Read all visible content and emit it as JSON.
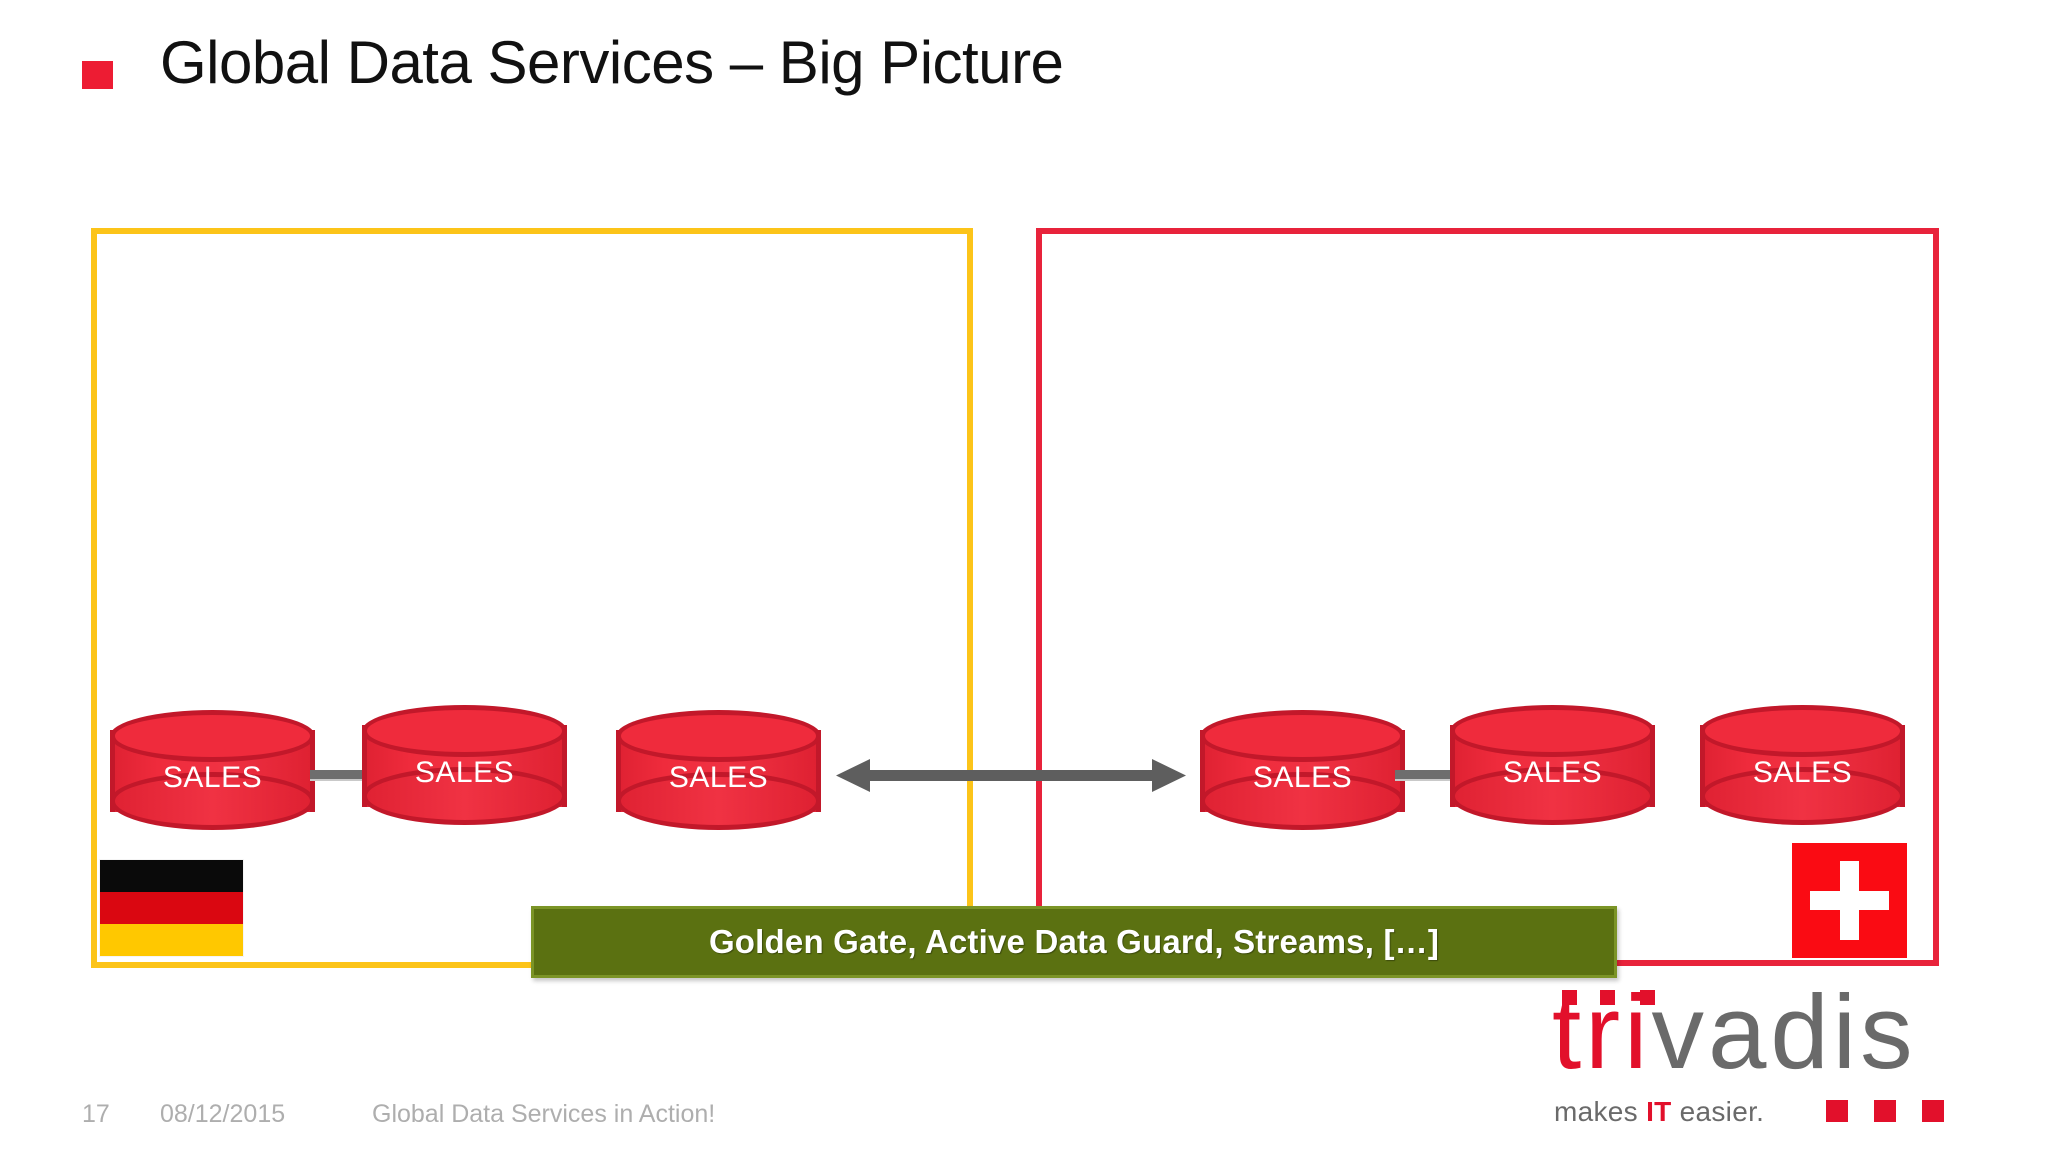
{
  "slide": {
    "title": "Global Data Services – Big Picture",
    "bullet_color": "#ED1C33",
    "background": "#FFFFFF"
  },
  "regions": [
    {
      "id": "region-germany",
      "border_color": "#FCC419",
      "flag": "germany-flag",
      "databases": [
        {
          "label": "SALES"
        },
        {
          "label": "SALES"
        },
        {
          "label": "SALES"
        }
      ]
    },
    {
      "id": "region-switzerland",
      "border_color": "#E8233B",
      "flag": "switzerland-flag",
      "databases": [
        {
          "label": "SALES"
        },
        {
          "label": "SALES"
        },
        {
          "label": "SALES"
        }
      ]
    }
  ],
  "connector": {
    "type": "double-headed-arrow",
    "color": "#5E5E5E"
  },
  "banner": {
    "text": "Golden Gate, Active Data Guard, Streams, […]",
    "fill_color": "#5B7111",
    "border_color": "#7B9426",
    "text_color": "#FFFFFF"
  },
  "footer": {
    "page_number": "17",
    "date": "08/12/2015",
    "presentation_title": "Global Data Services in Action!",
    "text_color": "#AEAEAE"
  },
  "logo": {
    "name_part_red": "tri",
    "name_part_gray": "vadis",
    "tagline_before": "makes ",
    "tagline_highlight": "IT",
    "tagline_after": " easier.",
    "red": "#E2102B",
    "gray": "#6A6A6A"
  }
}
